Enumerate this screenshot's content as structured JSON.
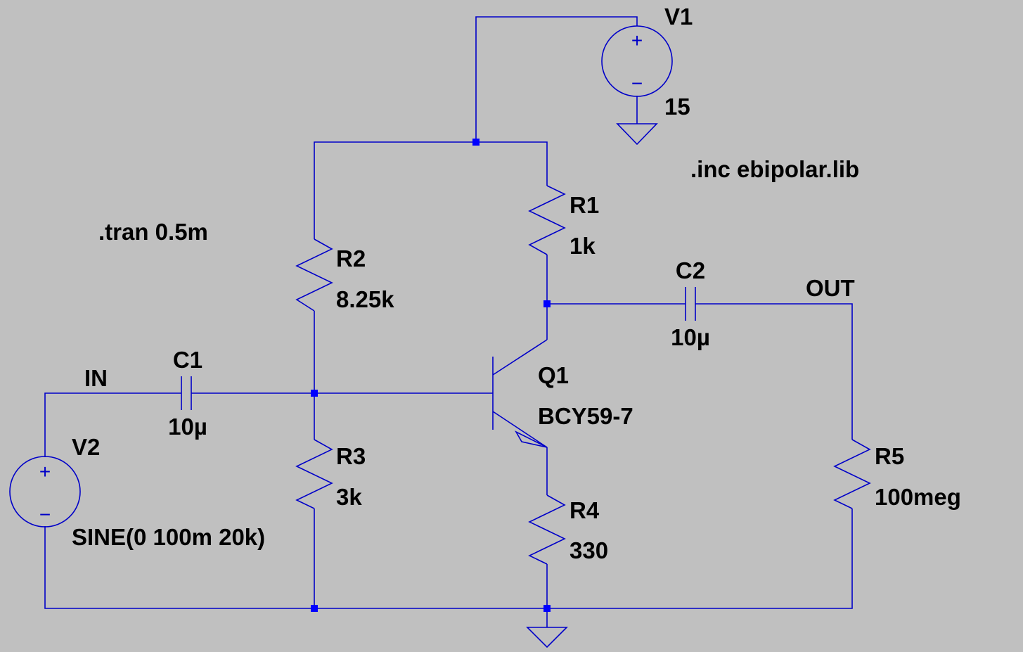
{
  "components": {
    "v1": {
      "name": "V1",
      "value": "15"
    },
    "v2": {
      "name": "V2",
      "value": "SINE(0 100m 20k)"
    },
    "r1": {
      "name": "R1",
      "value": "1k"
    },
    "r2": {
      "name": "R2",
      "value": "8.25k"
    },
    "r3": {
      "name": "R3",
      "value": "3k"
    },
    "r4": {
      "name": "R4",
      "value": "330"
    },
    "r5": {
      "name": "R5",
      "value": "100meg"
    },
    "c1": {
      "name": "C1",
      "value": "10µ"
    },
    "c2": {
      "name": "C2",
      "value": "10µ"
    },
    "q1": {
      "name": "Q1",
      "value": "BCY59-7"
    }
  },
  "nets": {
    "in": "IN",
    "out": "OUT"
  },
  "directives": {
    "tran": ".tran 0.5m",
    "include": ".inc ebipolar.lib"
  },
  "symbols": {
    "plus": "+",
    "minus": "−"
  },
  "colors": {
    "background": "#c0c0c0",
    "wire": "#0000c8",
    "node": "#0000ff",
    "text": "#000000"
  }
}
